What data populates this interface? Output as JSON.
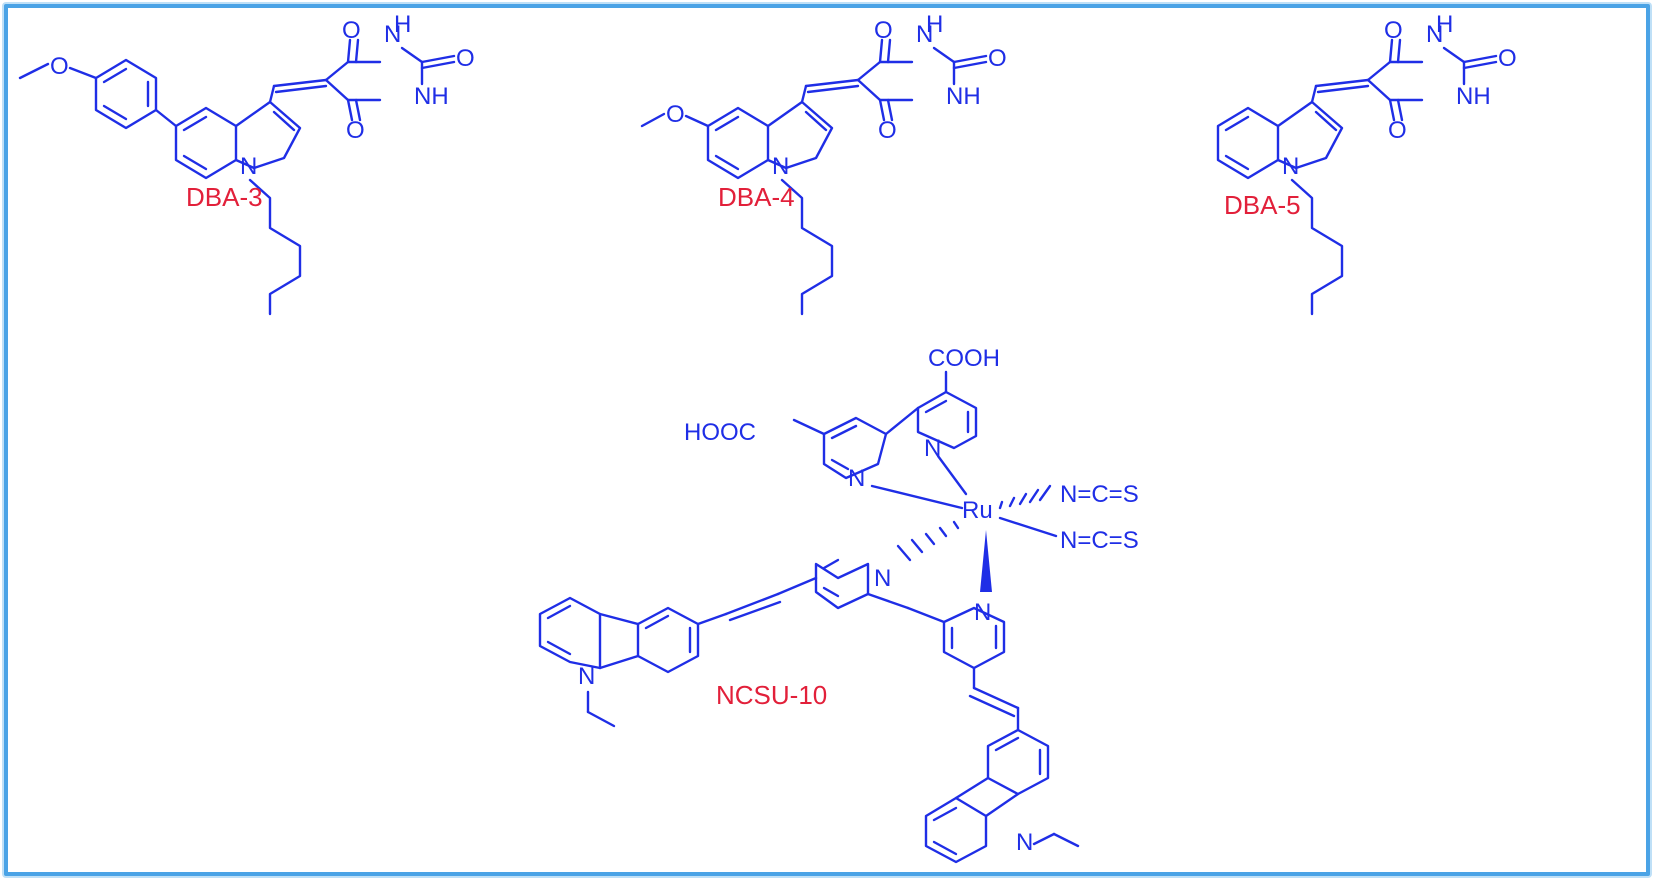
{
  "colors": {
    "structure": "#1f2ee6",
    "label": "#e2203a",
    "border": "#4aa3e6"
  },
  "compounds": {
    "dba3": {
      "name": "DBA-3",
      "atoms": {
        "o_methoxy": "O",
        "n_indole": "N",
        "nh_top": "H",
        "n_top": "N",
        "o1": "O",
        "o2": "O",
        "nh_right": "NH",
        "o3": "O"
      }
    },
    "dba4": {
      "name": "DBA-4",
      "atoms": {
        "o_methoxy": "O",
        "n_indole": "N",
        "nh_top": "H",
        "n_top": "N",
        "o1": "O",
        "o2": "O",
        "nh_right": "NH",
        "o3": "O"
      }
    },
    "dba5": {
      "name": "DBA-5",
      "atoms": {
        "n_indole": "N",
        "nh_top": "H",
        "n_top": "N",
        "o1": "O",
        "o2": "O",
        "nh_right": "NH",
        "o3": "O"
      }
    },
    "ncsu10": {
      "name": "NCSU-10",
      "atoms": {
        "cooh_top": "COOH",
        "hooc_left": "HOOC",
        "n_py1": "N",
        "n_py2": "N",
        "ru": "Ru",
        "ncs1": "N=C=S",
        "ncs2": "N=C=S",
        "n_py3": "N",
        "n_py4": "N",
        "n_carb1": "N",
        "n_carb2": "N"
      }
    }
  }
}
